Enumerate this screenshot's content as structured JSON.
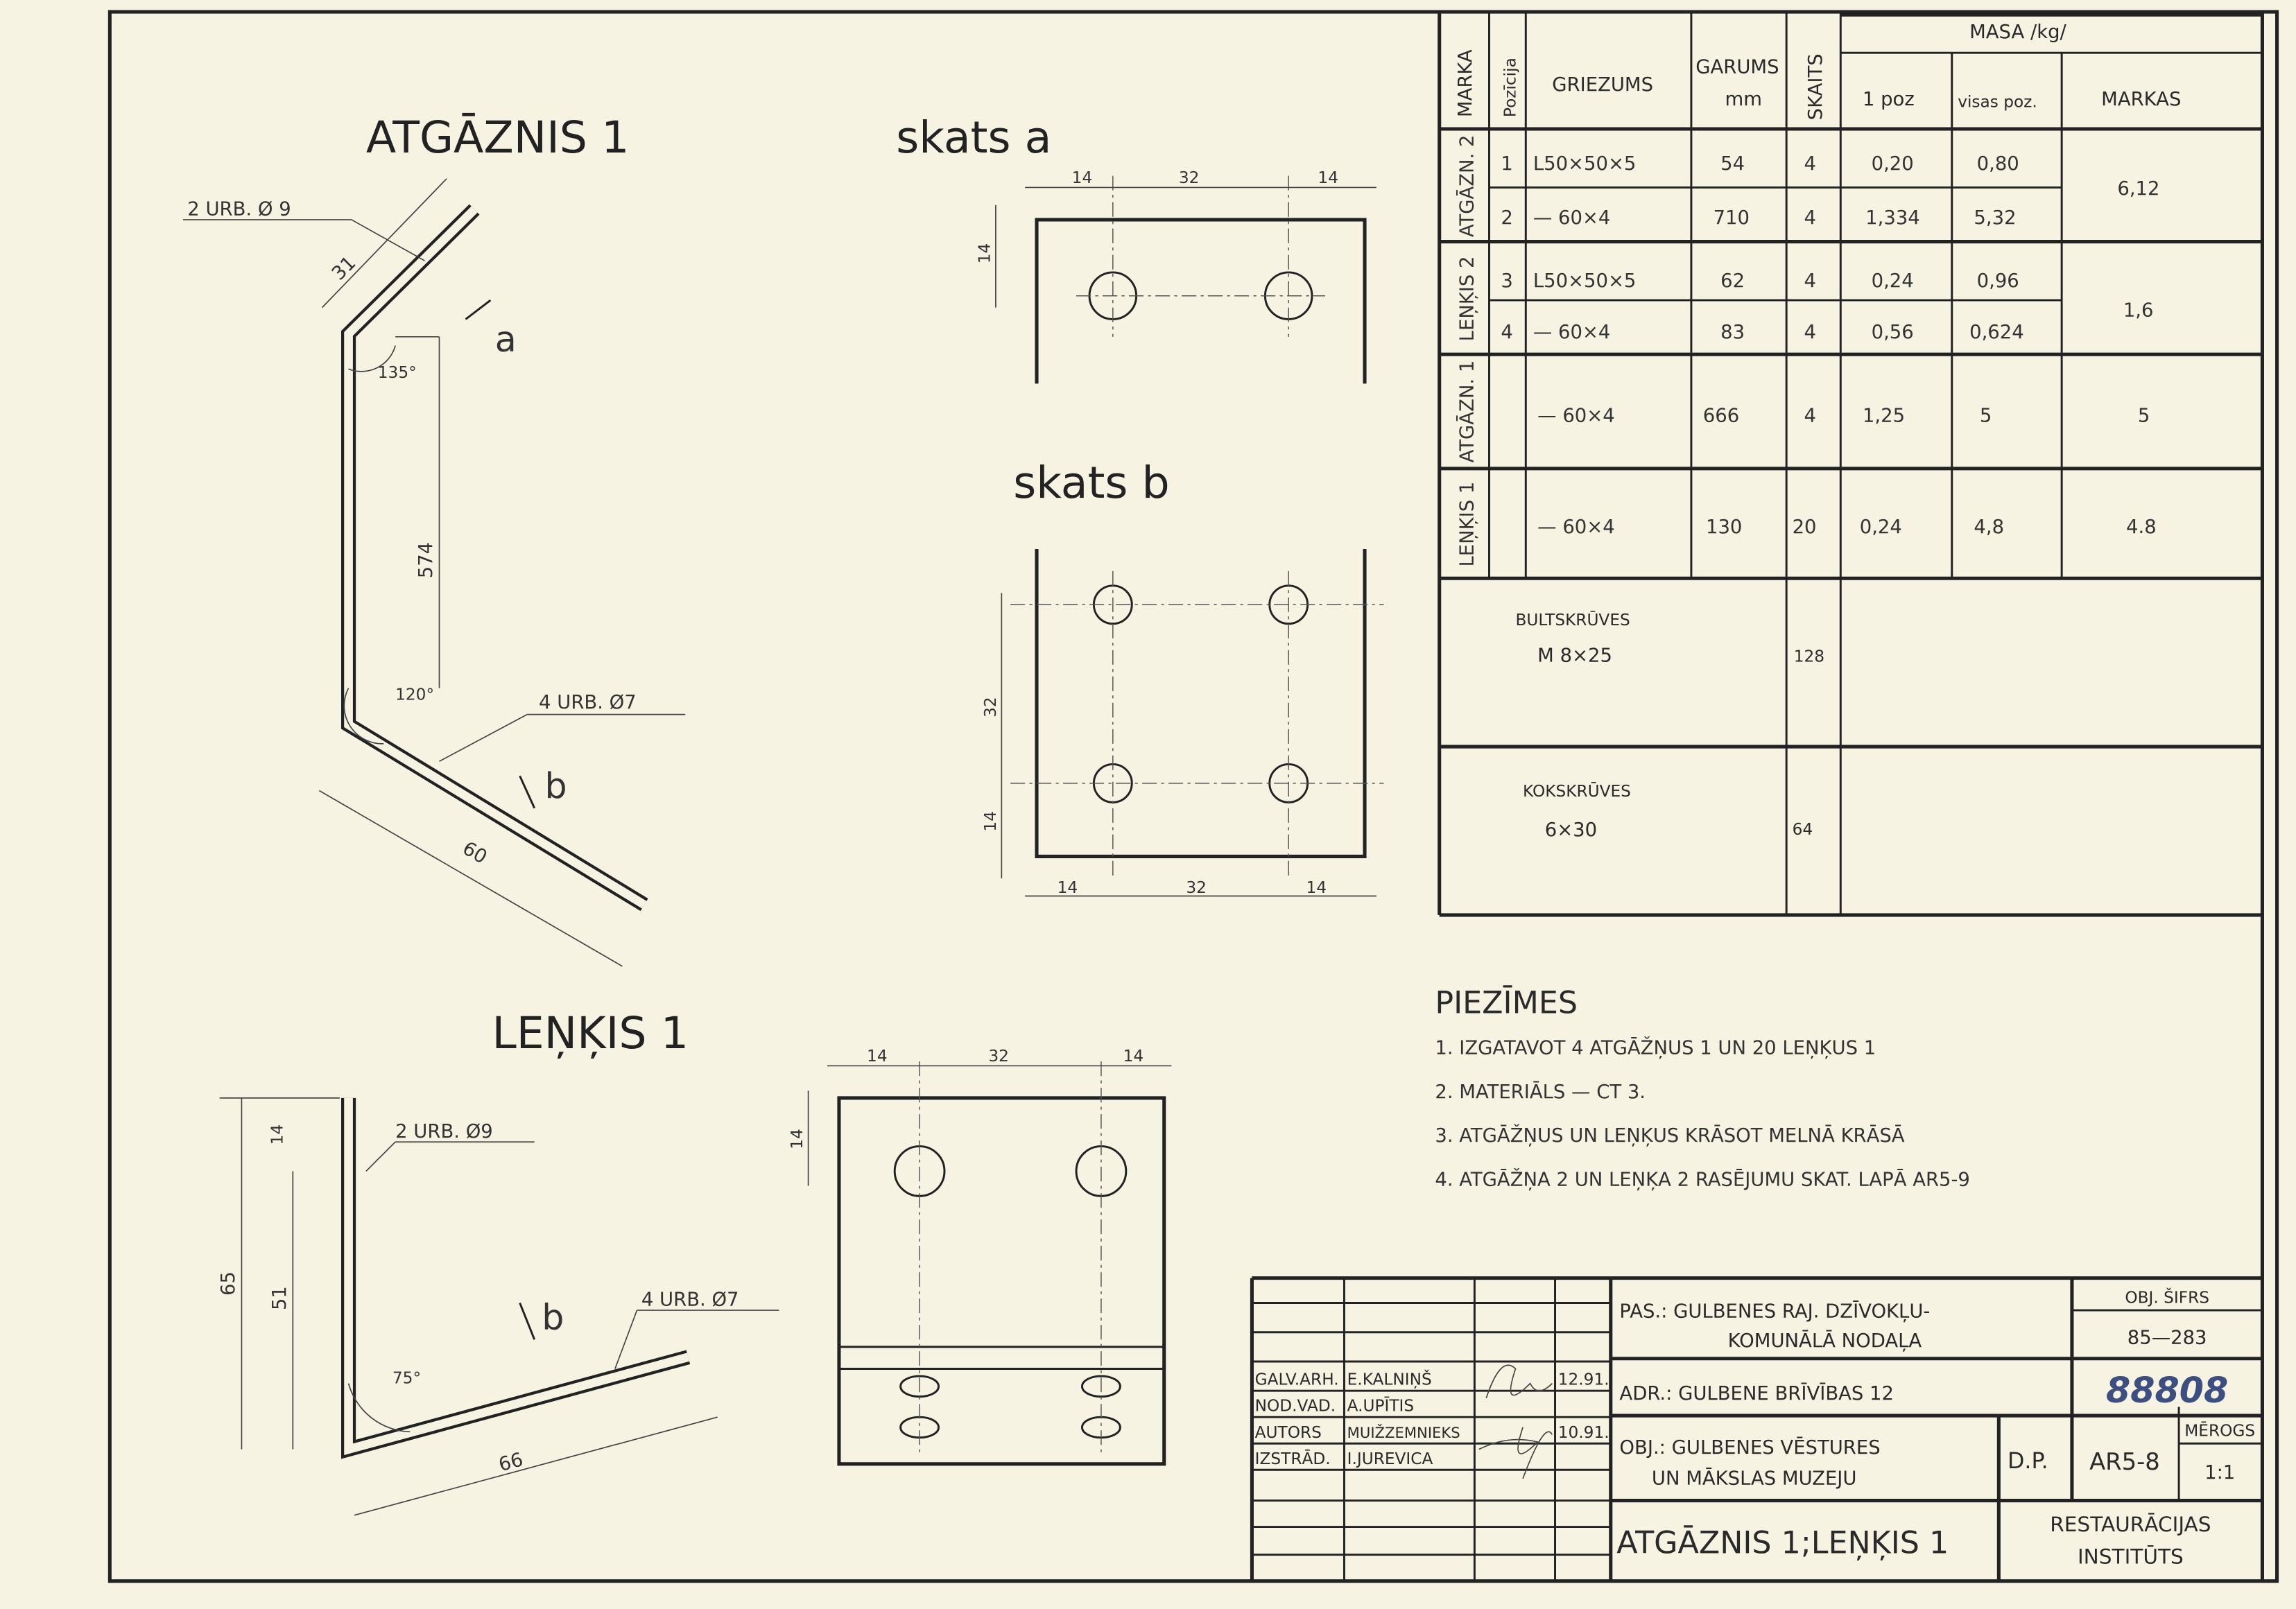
{
  "views": {
    "atgaznis_title": "ATGĀZNIS 1",
    "lenkis_title": "LEŅĶIS 1",
    "skats_a": "skats  a",
    "skats_b": "skats  b",
    "atgaznis_dims": {
      "holes_top": "2 URB. Ø 9",
      "d31": "31",
      "angle135": "135°",
      "d574": "574",
      "angle120": "120°",
      "holes_bottom": "4 URB. Ø7",
      "d60": "60",
      "mark_a": "a",
      "mark_b": "b"
    },
    "skats_a_dims": {
      "d14a": "14",
      "d32": "32",
      "d14b": "14",
      "d14v": "14"
    },
    "skats_b_dims": {
      "d32v": "32",
      "d14v": "14",
      "d14a": "14",
      "d32": "32",
      "d14b": "14"
    },
    "lenkis_dims": {
      "holes_top": "2 URB. Ø9",
      "d14": "14",
      "d65": "65",
      "d51": "51",
      "angle75": "75°",
      "holes_bottom": "4 URB. Ø7",
      "d66": "66",
      "mark_b": "b"
    },
    "lenkis_view_dims": {
      "d14a": "14",
      "d32": "32",
      "d14b": "14",
      "d14v": "14"
    }
  },
  "table": {
    "headers": {
      "marka": "MARKA",
      "pozicija": "Pozīcija",
      "griezums": "GRIEZUMS",
      "garums": "GARUMS",
      "garums_unit": "mm",
      "skaits": "SKAITS",
      "masa": "MASA  /kg/",
      "poz1": "1 poz",
      "visas": "visas poz.",
      "markas": "MARKAS"
    },
    "groups": [
      {
        "marka": "ATGĀZN. 2",
        "markas": "6,12",
        "rows": [
          {
            "poz": "1",
            "griezums": "L50×50×5",
            "garums": "54",
            "skaits": "4",
            "poz1": "0,20",
            "visas": "0,80"
          },
          {
            "poz": "2",
            "griezums": "— 60×4",
            "garums": "710",
            "skaits": "4",
            "poz1": "1,334",
            "visas": "5,32"
          }
        ]
      },
      {
        "marka": "LEŅĶIS 2",
        "markas": "1,6",
        "rows": [
          {
            "poz": "3",
            "griezums": "L50×50×5",
            "garums": "62",
            "skaits": "4",
            "poz1": "0,24",
            "visas": "0,96"
          },
          {
            "poz": "4",
            "griezums": "— 60×4",
            "garums": "83",
            "skaits": "4",
            "poz1": "0,56",
            "visas": "0,624"
          }
        ]
      },
      {
        "marka": "ATGĀZN. 1",
        "markas": "5",
        "rows": [
          {
            "poz": "",
            "griezums": "— 60×4",
            "garums": "666",
            "skaits": "4",
            "poz1": "1,25",
            "visas": "5"
          }
        ]
      },
      {
        "marka": "LEŅĶIS 1",
        "markas": "4.8",
        "rows": [
          {
            "poz": "",
            "griezums": "— 60×4",
            "garums": "130",
            "skaits": "20",
            "poz1": "0,24",
            "visas": "4,8"
          }
        ]
      }
    ],
    "fasteners": [
      {
        "name": "BULTSKRŪVES",
        "size": "M 8×25",
        "count": "128"
      },
      {
        "name": "KOKSKRŪVES",
        "size": "6×30",
        "count": "64"
      }
    ]
  },
  "notes": {
    "heading": "PIEZĪMES",
    "items": [
      "1. IZGATAVOT  4  ATGĀŽŅUS  1  UN  20  LEŅĶUS  1",
      "2. MATERIĀLS — CT 3.",
      "3. ATGĀŽŅUS  UN  LEŅĶUS  KRĀSOT  MELNĀ  KRĀSĀ",
      "4. ATGĀŽŅA  2  UN  LEŅĶA  2  RASĒJUMU  SKAT.  LAPĀ  AR5-9"
    ]
  },
  "title_block": {
    "people": [
      {
        "role": "GALV.ARH.",
        "name": "E.KALNIŅŠ",
        "date": "12.91."
      },
      {
        "role": "NOD.VAD.",
        "name": "A.UPĪTIS",
        "date": ""
      },
      {
        "role": "AUTORS",
        "name": "MUIŽZEMNIEKS",
        "date": "10.91."
      },
      {
        "role": "IZSTRĀD.",
        "name": "I.JUREVICA",
        "date": ""
      }
    ],
    "pas_line1": "PAS.:  GULBENES  RAJ. DZĪVOKĻU-",
    "pas_line2": "KOMUNĀLĀ  NODAĻA",
    "adr": "ADR.:  GULBENE   BRĪVĪBAS  12",
    "obj_line1": "OBJ.:  GULBENES  VĒSTURES",
    "obj_line2": "UN  MĀKSLAS  MUZEJU",
    "stage": "D.P.",
    "drawing_title": "ATGĀZNIS 1;LEŅĶIS 1",
    "org_line1": "RESTAURĀCIJAS",
    "org_line2": "INSTITŪTS",
    "obj_code_label": "OBJ. ŠIFRS",
    "obj_code": "85—283",
    "stamp_number": "88808",
    "sheet": "AR5-8",
    "scale_label": "MĒROGS",
    "scale": "1:1"
  }
}
